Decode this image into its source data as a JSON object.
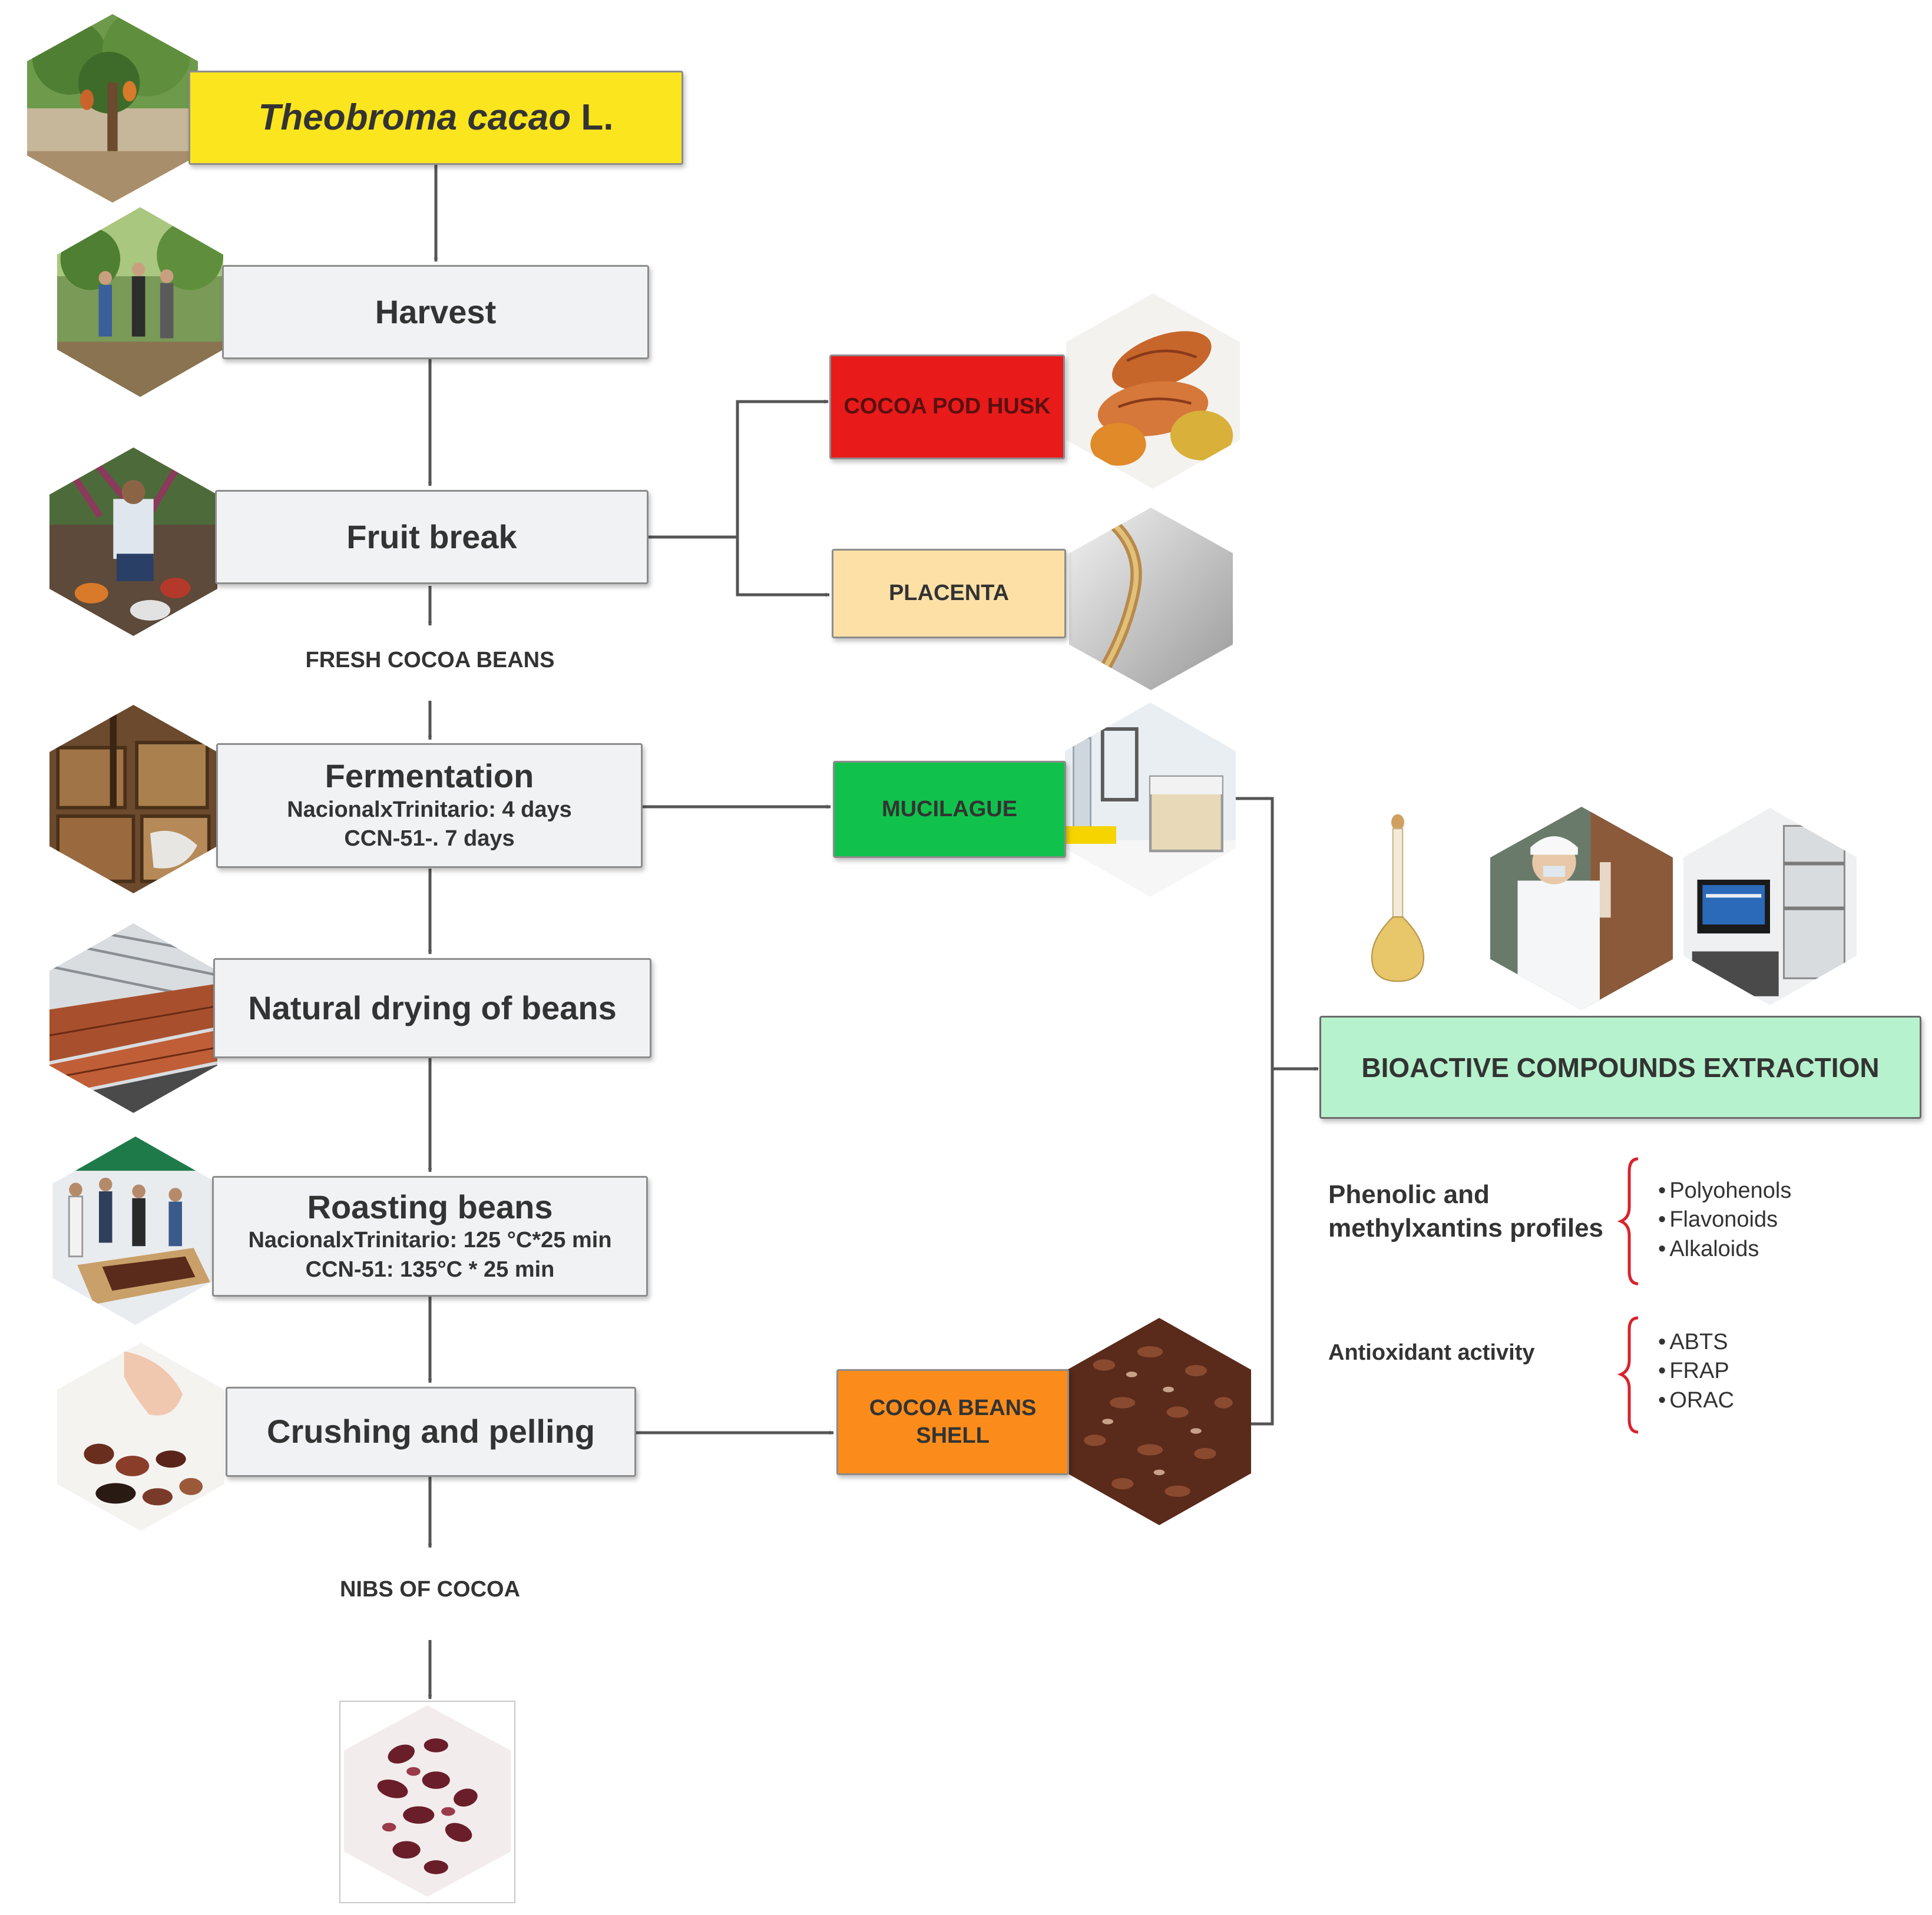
{
  "title": {
    "species": "Theobroma cacao",
    "authority": "L."
  },
  "steps": {
    "harvest": {
      "label": "Harvest"
    },
    "fruit_break": {
      "label": "Fruit break"
    },
    "fermentation": {
      "label": "Fermentation",
      "lines": [
        "NacionalxTrinitario: 4 days",
        "CCN-51-. 7 days"
      ]
    },
    "drying": {
      "label": "Natural drying of beans"
    },
    "roasting": {
      "label": "Roasting beans",
      "lines": [
        "NacionalxTrinitario: 125 °C*25 min",
        "CCN-51: 135°C * 25 min"
      ]
    },
    "crushing": {
      "label": "Crushing  and pelling"
    }
  },
  "intermediates": {
    "fresh": "FRESH COCOA BEANS",
    "nibs": "NIBS OF COCOA"
  },
  "byproducts": {
    "husk": {
      "label": "COCOA POD HUSK",
      "color": "#e91a1a"
    },
    "placenta": {
      "label": "PLACENTA",
      "color": "#fde0a6"
    },
    "mucilage": {
      "label": "MUCILAGUE",
      "color": "#10c24b"
    },
    "shell": {
      "label": "COCOA BEANS SHELL",
      "color": "#fb8c1b"
    }
  },
  "extraction": {
    "label": "BIOACTIVE COMPOUNDS EXTRACTION",
    "color": "#b6f2cd"
  },
  "analyses": [
    {
      "label": "Phenolic and methylxantins profiles",
      "items": [
        "Polyohenols",
        "Flavonoids",
        "Alkaloids"
      ]
    },
    {
      "label": "Antioxidant activity",
      "items": [
        "ABTS",
        "FRAP",
        "ORAC"
      ]
    }
  ],
  "colors": {
    "title_box": "#fbe51f",
    "step_box": "#f1f2f4",
    "connector": "#555555",
    "brace": "#d9232b"
  },
  "icons": {
    "cacao-tree-photo": "hexagon photo",
    "harvest-photo": "hexagon photo",
    "fruit-break-photo": "hexagon photo",
    "cocoa-pod-husk-photo": "hexagon photo",
    "placenta-photo": "hexagon photo",
    "fermentation-photo": "hexagon photo",
    "mucilage-photo": "hexagon photo",
    "drying-photo": "hexagon photo",
    "roasting-photo": "hexagon photo",
    "crushing-photo": "hexagon photo",
    "cocoa-shell-photo": "hexagon photo",
    "flask-photo": "photo",
    "lab-researcher-photo": "hexagon photo",
    "hplc-instrument-photo": "hexagon photo",
    "cocoa-nibs-photo": "photo"
  }
}
